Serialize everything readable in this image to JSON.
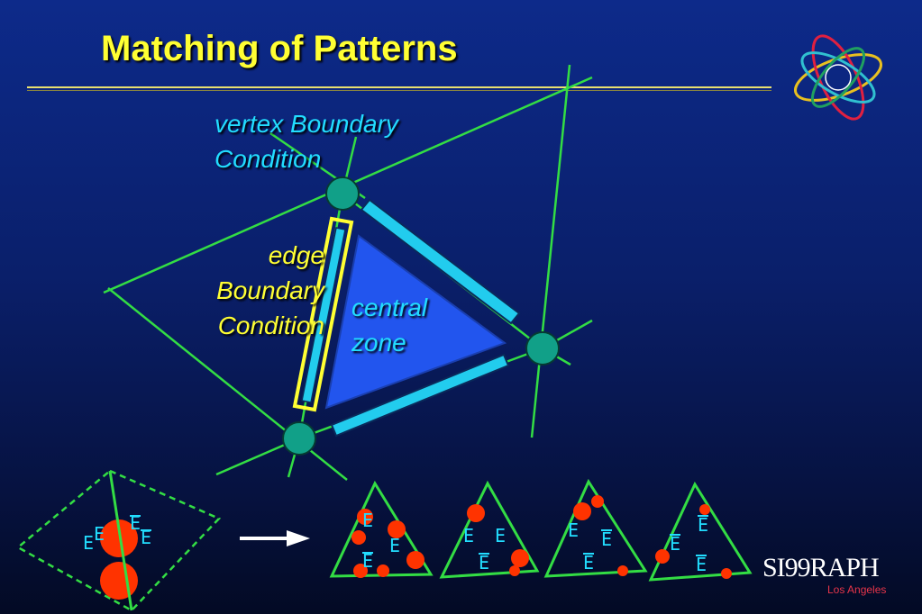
{
  "title": "Matching of Patterns",
  "labels": {
    "vertex_line1": "vertex Boundary",
    "vertex_line2": "Condition",
    "edge_line1": "edge",
    "edge_line2": "Boundary",
    "edge_line3": "Condition",
    "central_line1": "central",
    "central_line2": "zone"
  },
  "pattern_glyph": "E",
  "brand": {
    "name": "SI99RAPH",
    "location": "Los Angeles"
  },
  "icons": {
    "logo": "siggraph-knot-logo-icon",
    "arrow": "right-arrow-icon"
  },
  "colors": {
    "background": "#0a1f6a",
    "title": "#ffff33",
    "cyan_text": "#22ddff",
    "grid_line": "#33dd44",
    "vertex_node": "#11a088",
    "edge_bar": "#22ccee",
    "central_triangle": "#2255ee",
    "red_dot": "#ff3300"
  }
}
